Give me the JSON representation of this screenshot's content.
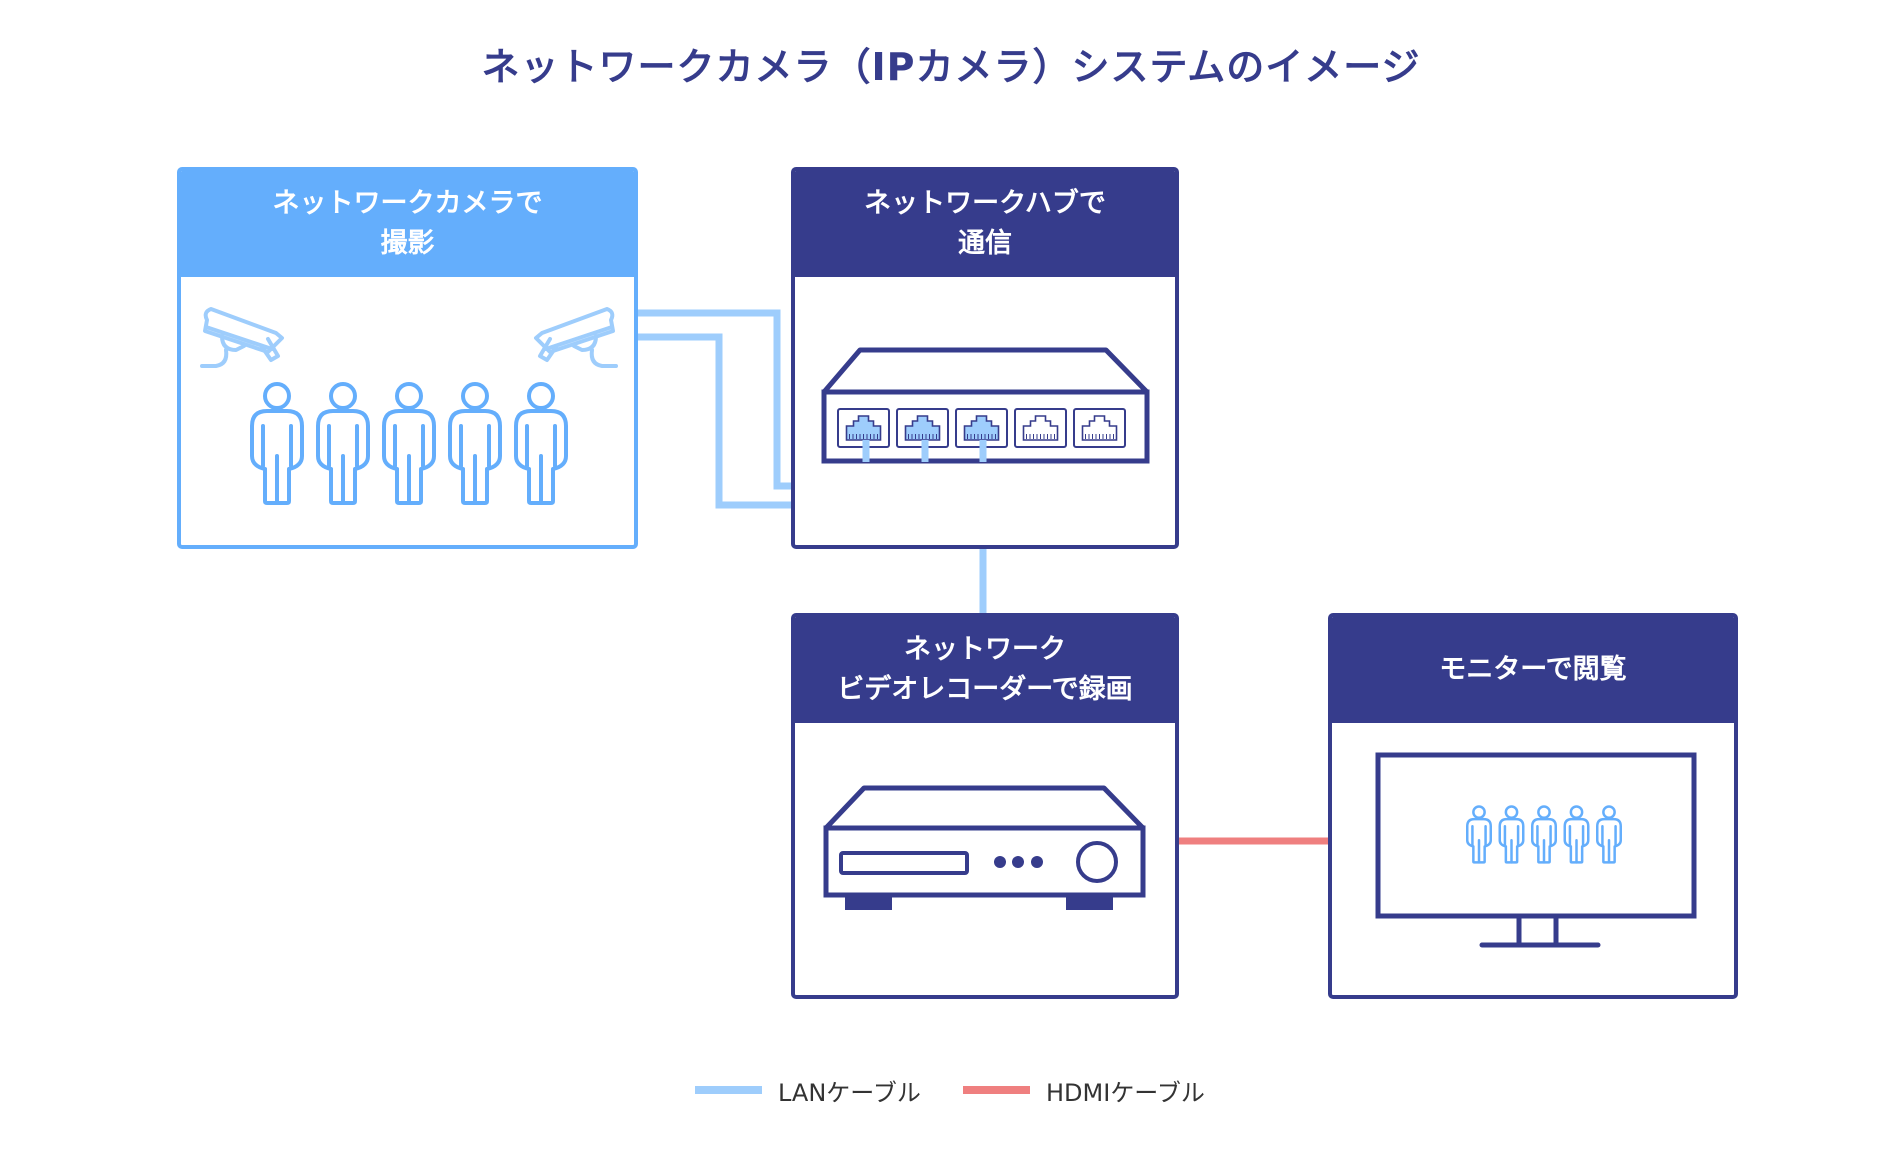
{
  "title": "ネットワークカメラ（IPカメラ）システムのイメージ",
  "colors": {
    "navy": "#363c8c",
    "light_blue": "#64aefc",
    "lan_cable": "#9ecdfc",
    "hdmi_cable": "#ef7f7f"
  },
  "boxes": {
    "camera": {
      "line1": "ネットワークカメラで",
      "line2": "撮影",
      "icon": "surveillance-camera-icon"
    },
    "hub": {
      "line1": "ネットワークハブで",
      "line2": "通信",
      "icon": "network-hub-icon",
      "port_count": 5,
      "connected_ports": 3
    },
    "recorder": {
      "line1": "ネットワーク",
      "line2": "ビデオレコーダーで録画",
      "icon": "video-recorder-icon"
    },
    "monitor": {
      "line1": "モニターで閲覧",
      "icon": "monitor-icon"
    }
  },
  "people_count": 5,
  "legend": [
    {
      "label": "LANケーブル",
      "color": "#9ecdfc"
    },
    {
      "label": "HDMIケーブル",
      "color": "#ef7f7f"
    }
  ]
}
